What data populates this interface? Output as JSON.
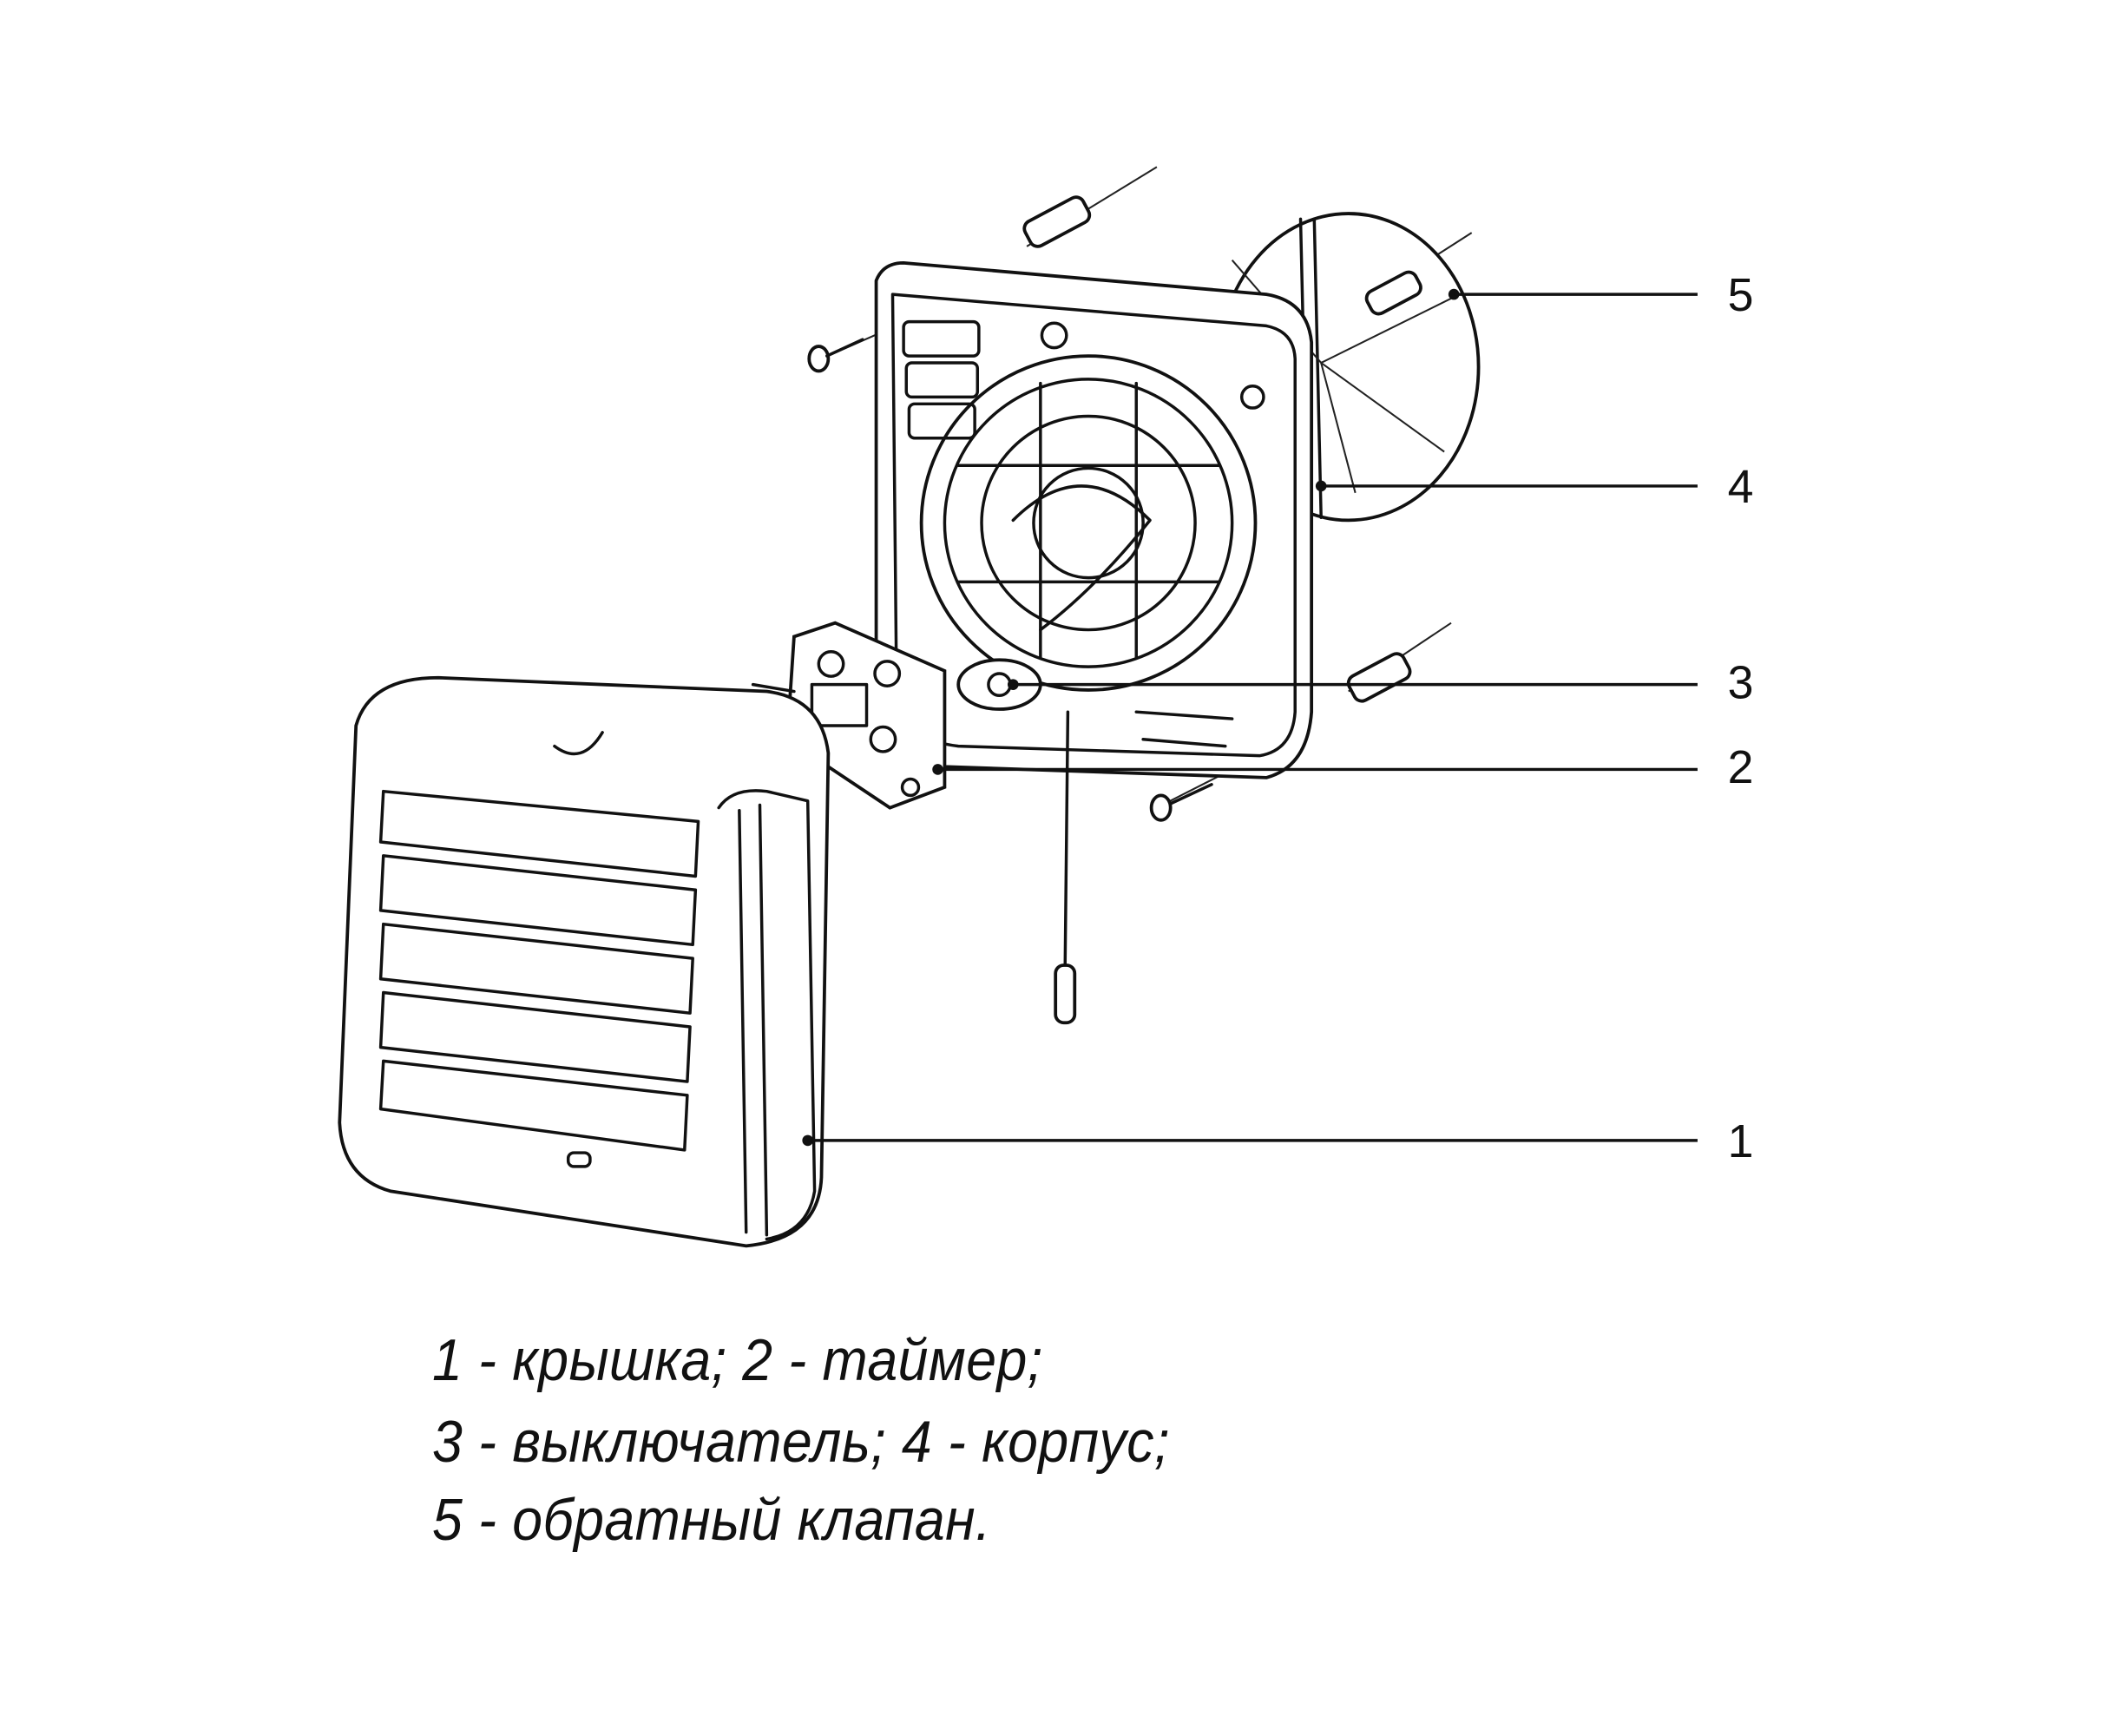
{
  "callouts": [
    {
      "number": "1",
      "part": "крышка"
    },
    {
      "number": "2",
      "part": "таймер"
    },
    {
      "number": "3",
      "part": "выключатель"
    },
    {
      "number": "4",
      "part": "корпус"
    },
    {
      "number": "5",
      "part": "обратный клапан"
    }
  ],
  "caption": {
    "line1": "1 - крышка; 2 - таймер;",
    "line2": "3 - выключатель; 4 - корпус;",
    "line3": "5 - обратный клапан."
  }
}
